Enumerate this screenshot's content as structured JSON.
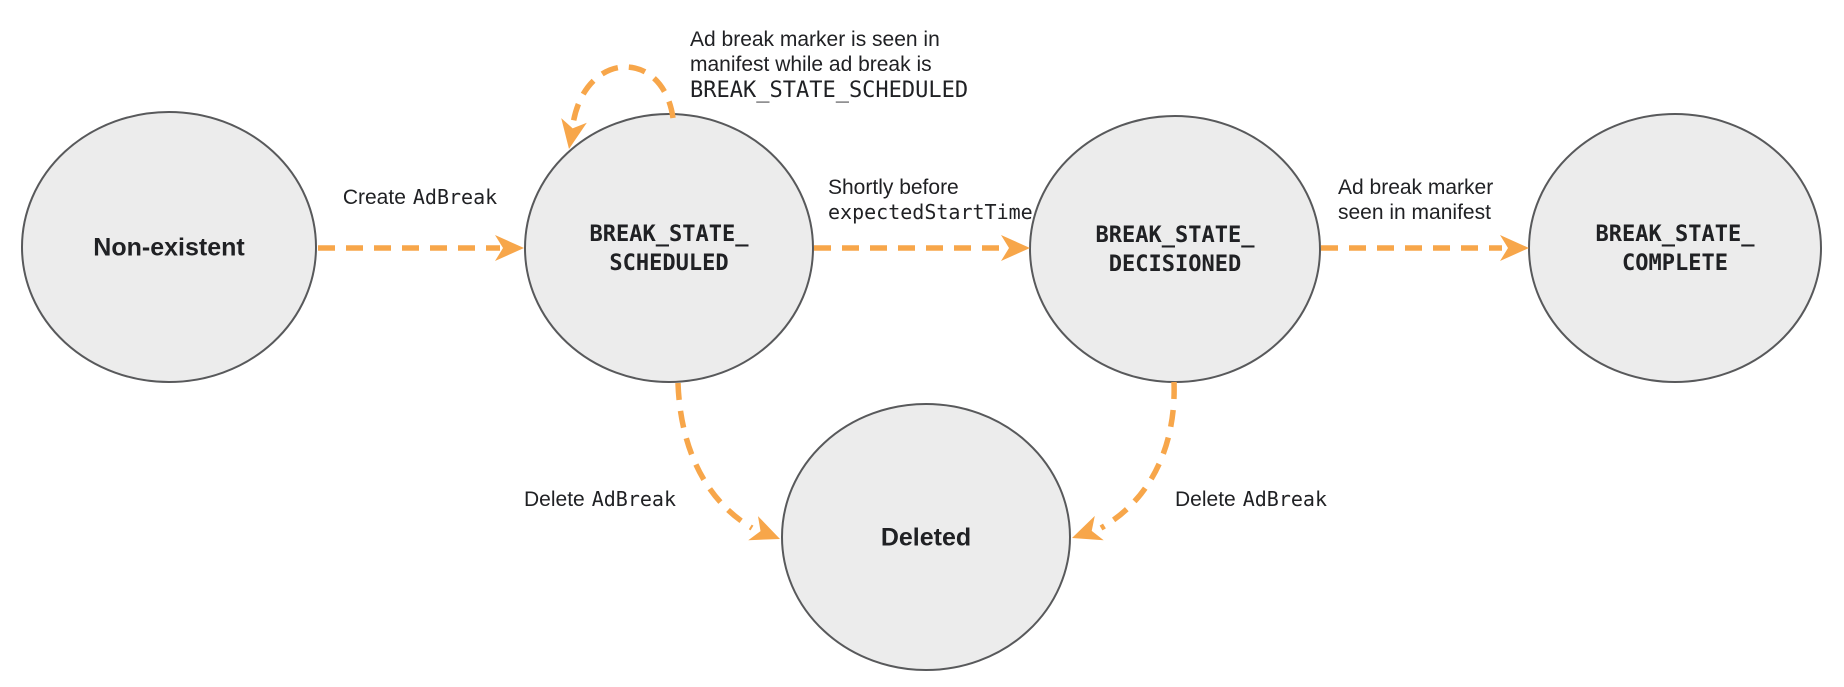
{
  "colors": {
    "arrow": "#F7A64A",
    "circle_fill": "#ECECEC",
    "circle_border": "#58595B",
    "text": "#202124"
  },
  "states": {
    "non_existent": {
      "label": "Non-existent"
    },
    "scheduled": {
      "line1": "BREAK_STATE_",
      "line2": "SCHEDULED"
    },
    "decisioned": {
      "line1": "BREAK_STATE_",
      "line2": "DECISIONED"
    },
    "complete": {
      "line1": "BREAK_STATE_",
      "line2": "COMPLETE"
    },
    "deleted": {
      "label": "Deleted"
    }
  },
  "transitions": {
    "create": {
      "text": "Create",
      "code": "AdBreak"
    },
    "self_loop": {
      "line1": "Ad break marker is seen in",
      "line2": "manifest while ad break is",
      "code": "BREAK_STATE_SCHEDULED"
    },
    "decision": {
      "text": "Shortly before",
      "code": "expectedStartTime"
    },
    "complete": {
      "line1": "Ad break marker",
      "line2": "seen in manifest"
    },
    "delete_scheduled": {
      "text": "Delete",
      "code": "AdBreak"
    },
    "delete_decisioned": {
      "text": "Delete",
      "code": "AdBreak"
    }
  }
}
